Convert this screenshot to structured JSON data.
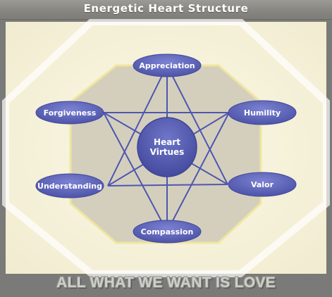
{
  "title": "Energetic Heart Structure",
  "center": {
    "line1": "Heart",
    "line2": "Virtues"
  },
  "nodes": [
    {
      "id": "appreciation",
      "label": "Appreciation"
    },
    {
      "id": "humility",
      "label": "Humility"
    },
    {
      "id": "valor",
      "label": "Valor"
    },
    {
      "id": "compassion",
      "label": "Compassion"
    },
    {
      "id": "understanding",
      "label": "Understanding"
    },
    {
      "id": "forgiveness",
      "label": "Forgiveness"
    }
  ],
  "footer": "ALL WHAT WE WANT IS LOVE",
  "colors": {
    "background_outer": "#7a7a78",
    "canvas": "#f7f3dc",
    "octagon_fill": "#d4cfbd",
    "octagon_border": "#efe6a0",
    "node_fill": "#5d64b8",
    "line": "#4f56b0"
  }
}
